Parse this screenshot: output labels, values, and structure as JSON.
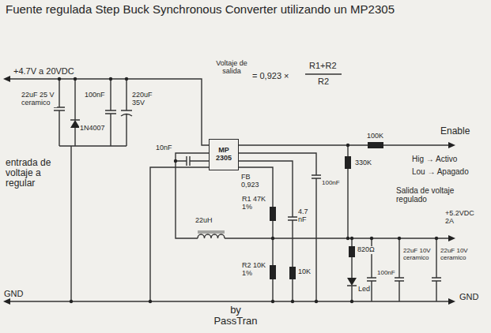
{
  "diagram": {
    "title": "Fuente regulada Step Buck Synchronous Converter utilizando un MP2305",
    "nodes": [
      {
        "text": [
          "MP 2305"
        ]
      }
    ],
    "labels": [
      "+4.7V a 20VDC",
      "Voltaje de salida",
      "= 0,923 ×",
      "R1+R2",
      "R2",
      "22uF 25 V ceramico",
      "100nF",
      "220uF 35V",
      "1N4007",
      "10nF",
      "100K",
      "Enable",
      "330K",
      "Hig → Activo",
      "Lou → Apagado",
      "100nF",
      "FB 0,923",
      "entrada de voltaje a regular",
      "R1 47K 1%",
      "22uH",
      "4.7 nF",
      "Salida de voltaje regulado",
      "+5.2VDC 2A",
      "R2 10K 1%",
      "10K",
      "820Ω",
      "100nF",
      "22uF 10V ceramico",
      "22uF 10V ceramico",
      "Led",
      "GND",
      "GND",
      "by PassTran"
    ]
  }
}
